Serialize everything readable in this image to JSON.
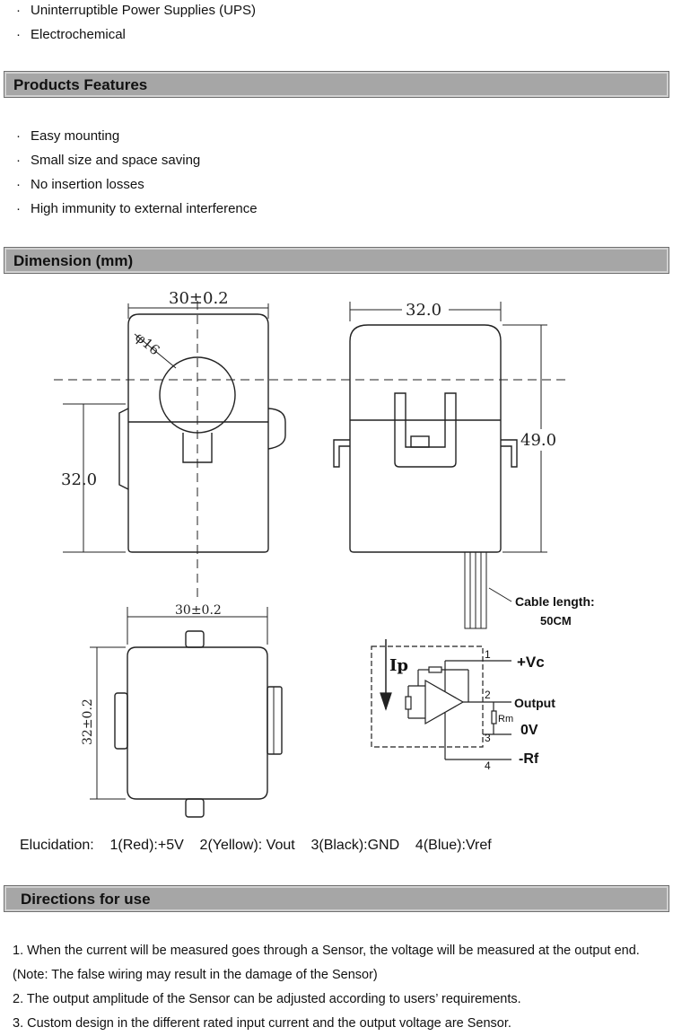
{
  "applications": {
    "items": [
      "Uninterruptible Power Supplies (UPS)",
      "Electrochemical"
    ]
  },
  "features": {
    "heading": "Products Features",
    "items": [
      "Easy mounting",
      "Small size and space saving",
      "No insertion losses",
      "High immunity to external interference"
    ]
  },
  "dimension": {
    "heading": "Dimension (mm)",
    "front_width": "30±0.2",
    "hole_diameter": "φ16",
    "front_height": "32.0",
    "side_width": "32.0",
    "side_height": "49.0",
    "cable_label_1": "Cable length:",
    "cable_label_2": "50CM",
    "bottom_width": "30±0.2",
    "bottom_height": "32±0.2"
  },
  "circuit": {
    "current_label": "Ip",
    "pin1_num": "1",
    "pin1_label": "+Vc",
    "pin2_num": "2",
    "pin2_label": "Output",
    "rm_label": "Rm",
    "zero_label": "0V",
    "pin3_num": "3",
    "pin4_num": "4",
    "pin4_label": "-Rf"
  },
  "elucidation": {
    "text": "Elucidation:    1(Red):+5V    2(Yellow): Vout    3(Black):GND    4(Blue):Vref"
  },
  "directions": {
    "heading": "Directions for use",
    "items": [
      "1. When the current will be measured goes through a Sensor, the voltage will be measured at the output end.(Note: The false wiring may result in the damage of the Sensor)",
      "2. The output amplitude of the Sensor can be adjusted according to users’ requirements.",
      "3. Custom design in the different rated input current and the output voltage are Sensor."
    ]
  }
}
